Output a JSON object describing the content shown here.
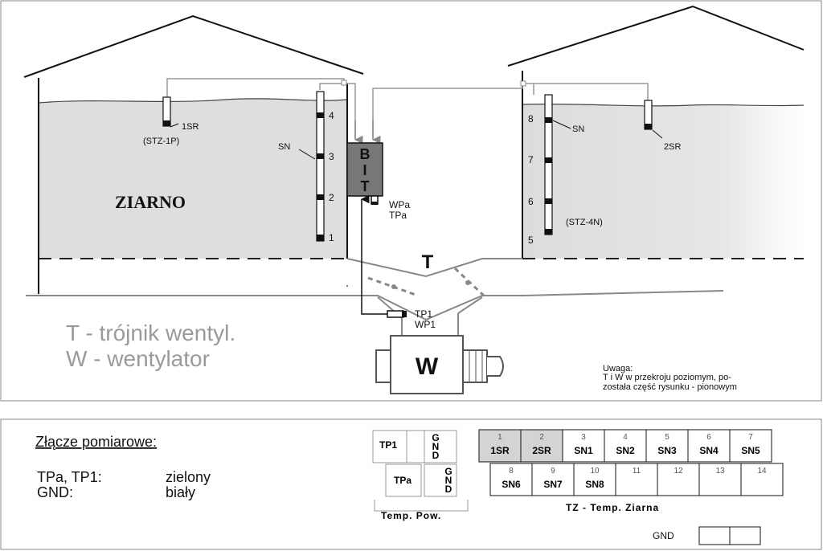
{
  "top": {
    "ziarno": "ZIARNO",
    "sensor_1sr": "1SR",
    "stz_1p": "(STZ-1P)",
    "sn_left": "SN",
    "sn_right": "SN",
    "sensor_2sr": "2SR",
    "stz_4n": "(STZ-4N)",
    "bit": [
      "B",
      "I",
      "T"
    ],
    "wpa": "WPa",
    "tpa": "TPa",
    "tp1": "TP1",
    "wp1": "WP1",
    "tee_symbol": "T",
    "fan_letter": "W",
    "left_probe_numbers": [
      "4",
      "3",
      "2",
      "1"
    ],
    "right_probe_numbers": [
      "8",
      "7",
      "6",
      "5"
    ],
    "legend_t": "T - trójnik wentyl.",
    "legend_w": "W - wentylator",
    "note_title": "Uwaga:",
    "note_line1": "T i W w przekroju poziomym, po-",
    "note_line2": "została część rysunku - pionowym"
  },
  "bottom": {
    "title": "Złącze pomiarowe:",
    "row1_name": "TPa, TP1:",
    "row1_color": "zielony",
    "row2_name": "GND:",
    "row2_color": "biały",
    "tp1": "TP1",
    "tpa": "TPa",
    "gnd_letters": [
      "G",
      "N",
      "D"
    ],
    "temp_pow": "Temp. Pow.",
    "tz_label": "TZ - Temp. Ziarna",
    "gnd_bottom": "GND",
    "row1_cells": [
      {
        "num": "1",
        "label": "1SR",
        "shaded": true
      },
      {
        "num": "2",
        "label": "2SR",
        "shaded": true
      },
      {
        "num": "3",
        "label": "SN1",
        "shaded": false
      },
      {
        "num": "4",
        "label": "SN2",
        "shaded": false
      },
      {
        "num": "5",
        "label": "SN3",
        "shaded": false
      },
      {
        "num": "6",
        "label": "SN4",
        "shaded": false
      },
      {
        "num": "7",
        "label": "SN5",
        "shaded": false
      }
    ],
    "row2_cells": [
      {
        "num": "8",
        "label": "SN6"
      },
      {
        "num": "9",
        "label": "SN7"
      },
      {
        "num": "10",
        "label": "SN8"
      },
      {
        "num": "11",
        "label": ""
      },
      {
        "num": "12",
        "label": ""
      },
      {
        "num": "13",
        "label": ""
      },
      {
        "num": "14",
        "label": ""
      }
    ]
  }
}
